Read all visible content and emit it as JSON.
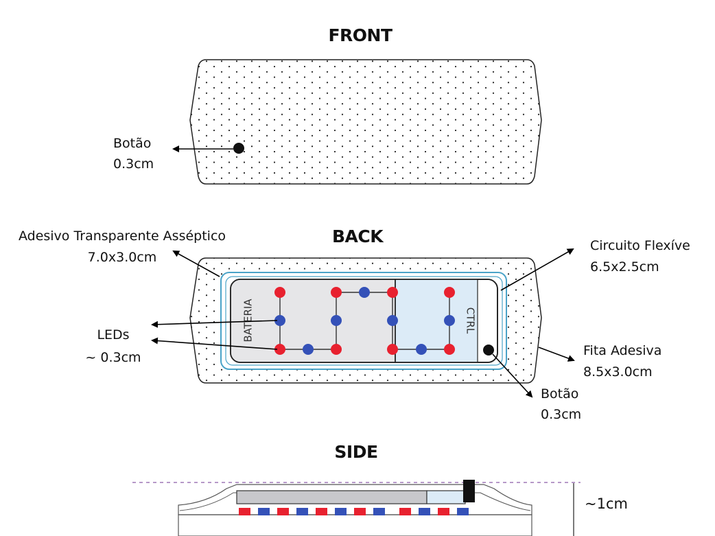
{
  "views": {
    "front": {
      "title": "FRONT"
    },
    "back": {
      "title": "BACK"
    },
    "side": {
      "title": "SIDE"
    }
  },
  "front_labels": {
    "button_line1": "Botão",
    "button_line2": "0.3cm"
  },
  "back_labels": {
    "adhesive_line1": "Adesivo Transparente Asséptico",
    "adhesive_line2": "7.0x3.0cm",
    "circuit_line1": "Circuito Flexíve",
    "circuit_line2": "6.5x2.5cm",
    "leds_line1": "LEDs",
    "leds_line2": "~ 0.3cm",
    "tape_line1": "Fita Adesiva",
    "tape_line2": "8.5x3.0cm",
    "button_line1": "Botão",
    "button_line2": "0.3cm",
    "battery": "BATERIA",
    "ctrl": "CTRL"
  },
  "side_labels": {
    "thickness": "~1cm"
  },
  "colors": {
    "led_red": "#e8212f",
    "led_blue": "#3451b8",
    "adhesive_outline": "#4aa3c8",
    "battery_fill": "#e6e6e8",
    "circuit_fill": "#dcebf7",
    "dashed_line": "#8a5aa8"
  }
}
